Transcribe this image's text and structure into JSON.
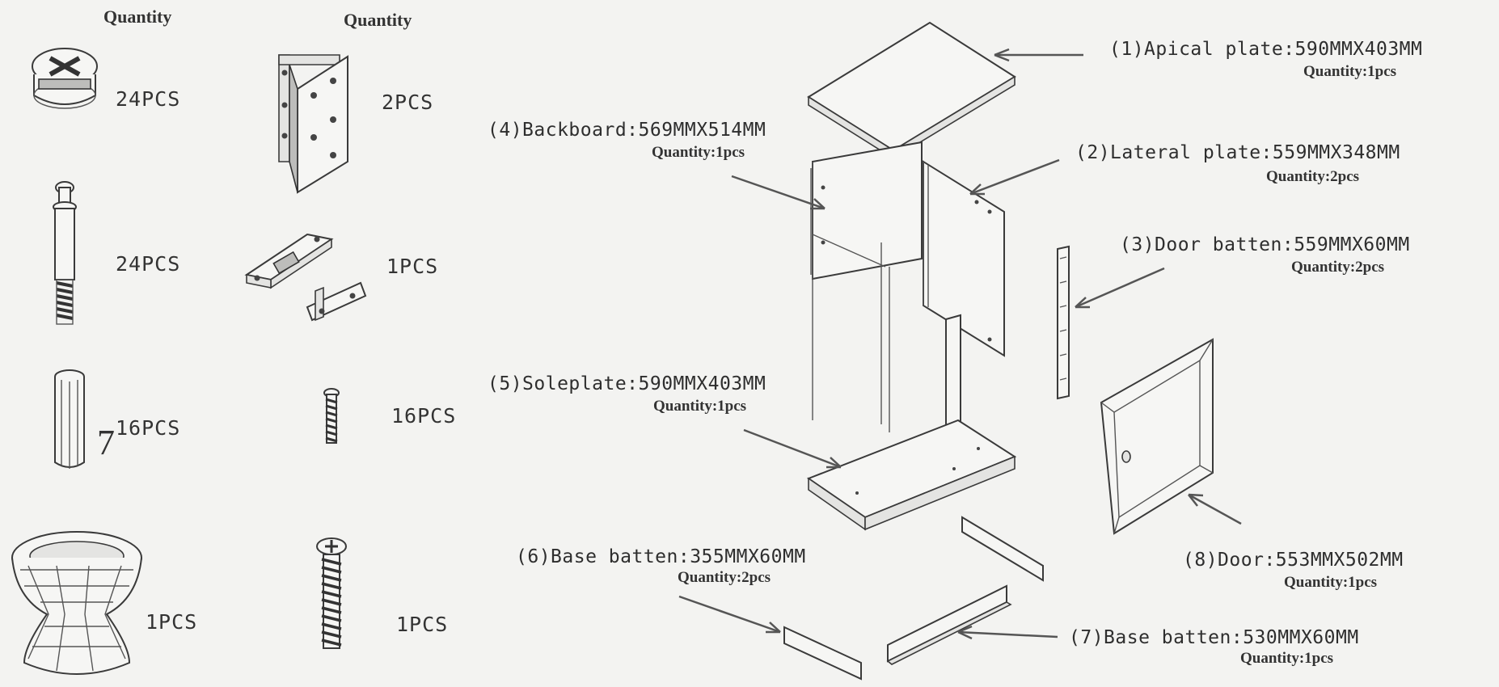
{
  "hardware": {
    "column_header_left": "Quantity",
    "column_header_right": "Quantity",
    "left_column": [
      {
        "icon": "cam-lock-icon",
        "count": "24PCS"
      },
      {
        "icon": "cam-bolt-icon",
        "count": "24PCS"
      },
      {
        "icon": "wooden-dowel-icon",
        "count": "16PCS",
        "note": "7"
      },
      {
        "icon": "cabinet-knob-icon",
        "count": "1PCS"
      }
    ],
    "right_column": [
      {
        "icon": "hinge-icon",
        "count": "2PCS"
      },
      {
        "icon": "magnetic-catch-icon",
        "count": "1PCS"
      },
      {
        "icon": "small-screw-icon",
        "count": "16PCS"
      },
      {
        "icon": "long-screw-icon",
        "count": "1PCS"
      }
    ]
  },
  "parts": [
    {
      "id": "apical-plate",
      "title": "(1)Apical plate:590MMX403MM",
      "quantity": "Quantity:1pcs"
    },
    {
      "id": "lateral-plate",
      "title": "(2)Lateral plate:559MMX348MM",
      "quantity": "Quantity:2pcs"
    },
    {
      "id": "door-batten",
      "title": "(3)Door batten:559MMX60MM",
      "quantity": "Quantity:2pcs"
    },
    {
      "id": "backboard",
      "title": "(4)Backboard:569MMX514MM",
      "quantity": "Quantity:1pcs"
    },
    {
      "id": "soleplate",
      "title": "(5)Soleplate:590MMX403MM",
      "quantity": "Quantity:1pcs"
    },
    {
      "id": "base-batten-short",
      "title": "(6)Base batten:355MMX60MM",
      "quantity": "Quantity:2pcs"
    },
    {
      "id": "base-batten-long",
      "title": "(7)Base batten:530MMX60MM",
      "quantity": "Quantity:1pcs"
    },
    {
      "id": "door",
      "title": "(8)Door:553MMX502MM",
      "quantity": "Quantity:1pcs"
    }
  ]
}
